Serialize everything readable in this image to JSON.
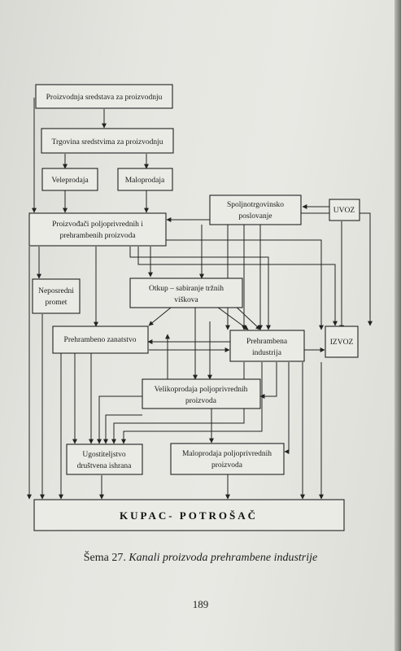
{
  "diagram": {
    "boxes": {
      "proizvodnja_sredstava": "Proizvodnja sredstava za proizvodnju",
      "trgovina_sredstvima": "Trgovina sredstvima za proizvodnju",
      "veleprodaja": "Veleprodaja",
      "maloprodaja": "Maloprodaja",
      "spoljnotrgovinsko_1": "Spoljnotrgovinsko",
      "spoljnotrgovinsko_2": "poslovanje",
      "uvoz": "UVOZ",
      "proizvodjaci_1": "Proizvođači poljoprivrednih i",
      "proizvodjaci_2": "prehrambenih proizvoda",
      "neposredni_1": "Neposredni",
      "neposredni_2": "promet",
      "otkup_1": "Otkup – sabiranje tržnih",
      "otkup_2": "viškova",
      "prehrambeno_zanatstvo": "Prehrambeno zanatstvo",
      "prehrambena_industrija_1": "Prehrambena",
      "prehrambena_industrija_2": "industrija",
      "izvoz": "IZVOZ",
      "velikoprodaja_1": "Velikoprodaja poljoprivrednih",
      "velikoprodaja_2": "proizvoda",
      "ugostiteljstvo_1": "Ugostiteljstvo",
      "ugostiteljstvo_2": "društvena ishrana",
      "maloprodaja_polj_1": "Maloprodaja poljoprivrednih",
      "maloprodaja_polj_2": "proizvoda",
      "kupac": "KUPAC- POTROŠAČ"
    }
  },
  "caption": {
    "prefix": "Šema 27. ",
    "title": "Kanali proizvoda prehrambene industrije"
  },
  "page_number": "189"
}
